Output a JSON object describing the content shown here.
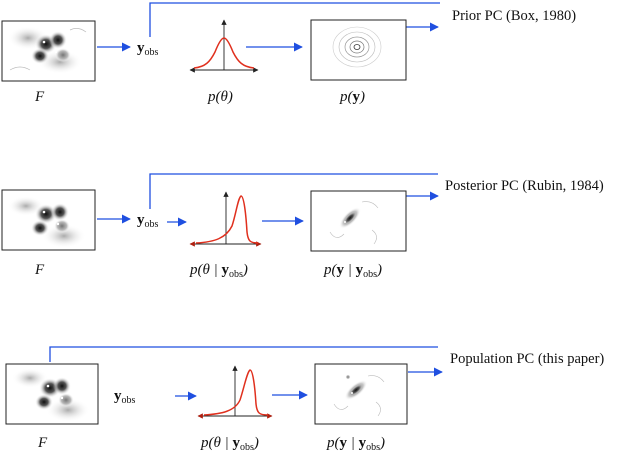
{
  "rows": [
    {
      "id": "prior",
      "F_label": "F",
      "yobs_main": "y",
      "yobs_sub": "obs",
      "theta_prefix": "p(θ",
      "theta_sub": "",
      "theta_suffix": ")",
      "y_prefix": "p(",
      "y_bold": "y",
      "y_cond": "",
      "y_sub": "",
      "y_suffix": ")",
      "pc_label": "Prior PC (Box, 1980)"
    },
    {
      "id": "posterior",
      "F_label": "F",
      "yobs_main": "y",
      "yobs_sub": "obs",
      "theta_prefix": "p(θ | ",
      "theta_bold": "y",
      "theta_sub": "obs",
      "theta_suffix": ")",
      "y_prefix": "p(",
      "y_bold": "y",
      "y_cond": " | ",
      "y_bold2": "y",
      "y_sub": "obs",
      "y_suffix": ")",
      "pc_label": "Posterior PC (Rubin, 1984)"
    },
    {
      "id": "population",
      "F_label": "F",
      "yobs_main": "y",
      "yobs_sub": "obs",
      "theta_prefix": "p(θ | ",
      "theta_bold": "y",
      "theta_sub": "obs",
      "theta_suffix": ")",
      "y_prefix": "p(",
      "y_bold": "y",
      "y_cond": " | ",
      "y_bold2": "y",
      "y_sub": "obs",
      "y_suffix": ")",
      "pc_label": "Population PC (this paper)"
    }
  ],
  "colors": {
    "arrow": "#1f4fe0",
    "density": "#e0301e",
    "frame": "#222222"
  }
}
